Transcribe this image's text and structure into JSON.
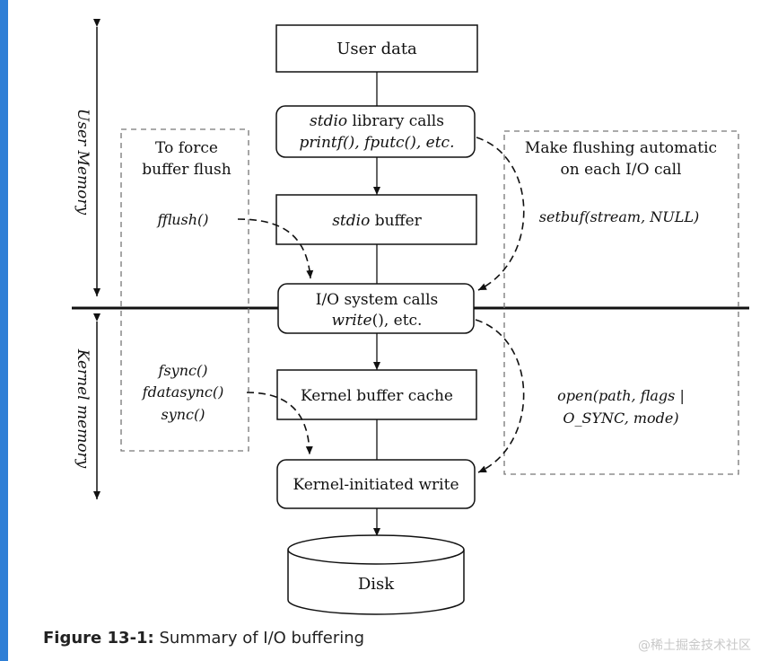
{
  "diagram": {
    "user_data": "User data",
    "stdio_calls": {
      "line1_italic": "stdio",
      "line1_rest": " library calls",
      "line2": "printf(), fputc(), etc."
    },
    "stdio_buffer": {
      "italic": "stdio",
      "rest": " buffer"
    },
    "io_calls": {
      "line1": "I/O system calls",
      "line2_italic": "write",
      "line2_rest": "(), etc."
    },
    "kernel_cache": "Kernel buffer cache",
    "kernel_write": "Kernel-initiated write",
    "disk": "Disk",
    "user_memory": "User Memory",
    "kernel_memory": "Kernel memory",
    "force_flush": {
      "line1": "To force",
      "line2": "buffer flush",
      "fflush": "fflush()"
    },
    "kernel_force": {
      "fsync": "fsync()",
      "fdatasync": "fdatasync()",
      "sync": "sync()"
    },
    "auto_flush": {
      "line1": "Make flushing automatic",
      "line2": "on each I/O call",
      "setbuf": "setbuf(stream, NULL)"
    },
    "open_call": {
      "line1": "open(path, flags |",
      "line2": "O_SYNC, mode)"
    }
  },
  "caption": {
    "label": "Figure 13-1:",
    "text": " Summary of I/O buffering"
  },
  "watermark": "@稀土掘金技术社区"
}
